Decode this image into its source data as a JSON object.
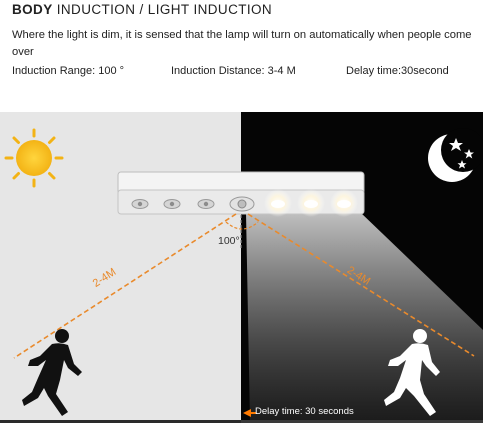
{
  "header": {
    "title_bold": "BODY",
    "title_rest": " INDUCTION / LIGHT INDUCTION",
    "description": "Where the light is dim, it is sensed that the lamp will turn on automatically when people come over"
  },
  "specs": {
    "range": "Induction Range: 100 °",
    "distance": "Induction Distance: 3-4 M",
    "delay": "Delay time:30second"
  },
  "illustration": {
    "left_distance_label": "2-4M",
    "right_distance_label": "2-4M",
    "angle_label": "100°",
    "delay_label": "Delay time: 30 seconds",
    "day_icon": "sun-icon",
    "night_icon": "moon-stars-icon",
    "accent_color": "#e98a2c",
    "day_bg": "#e6e6e6",
    "night_bg": "#050505",
    "sun_color": "#f6c21b"
  }
}
